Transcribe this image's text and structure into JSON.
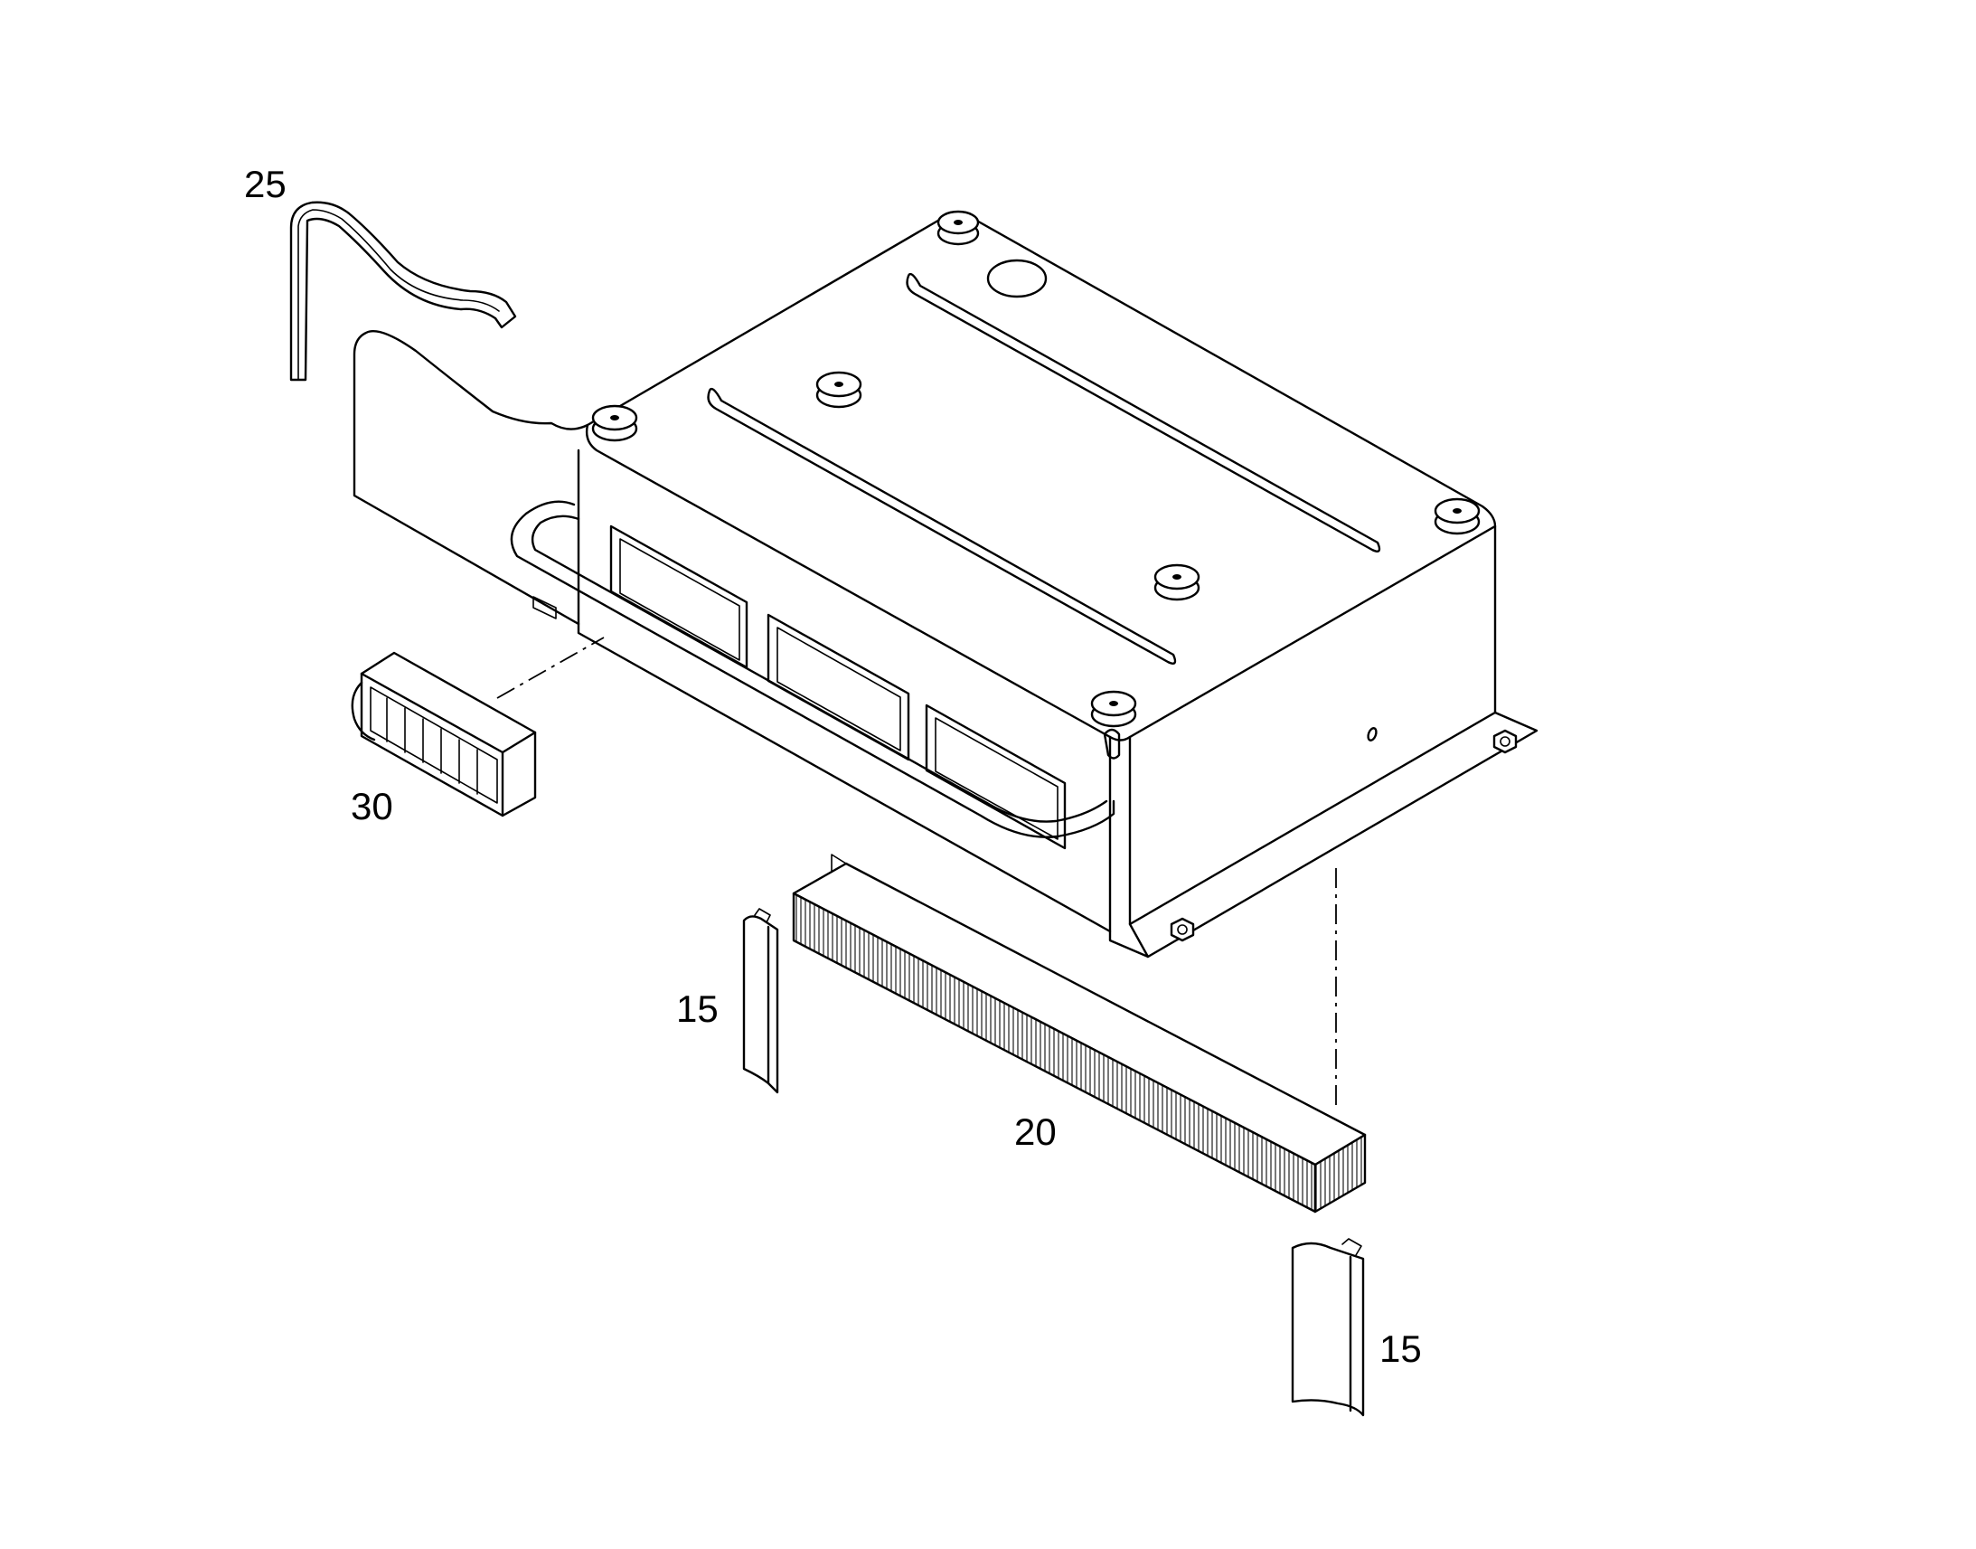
{
  "diagram": {
    "colors": {
      "line": "#000000",
      "background": "#ffffff",
      "filter_hatch": "#555555"
    },
    "callouts": [
      {
        "id": "callout-25",
        "label": "25"
      },
      {
        "id": "callout-30",
        "label": "30"
      },
      {
        "id": "callout-15-left",
        "label": "15"
      },
      {
        "id": "callout-20",
        "label": "20"
      },
      {
        "id": "callout-15-right",
        "label": "15"
      }
    ]
  }
}
